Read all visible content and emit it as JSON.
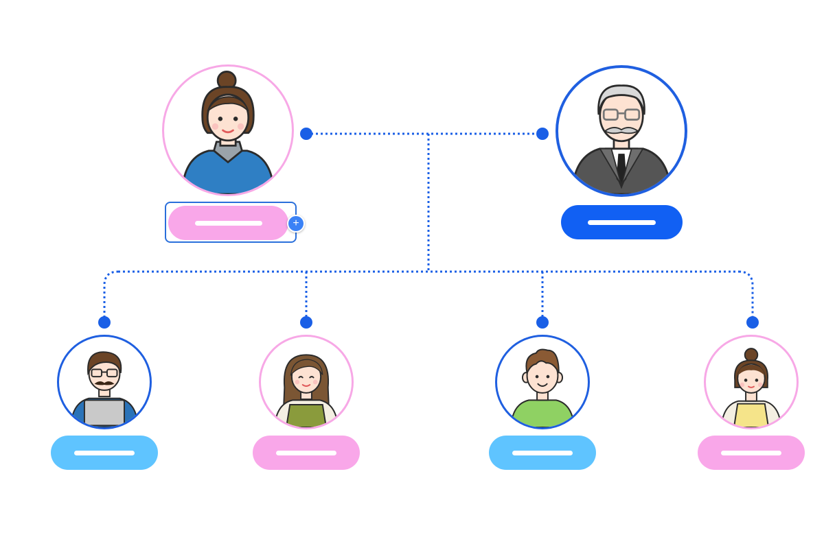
{
  "colors": {
    "connector": "#1a5fe6",
    "female_ring": "#f7a8e6",
    "male_ring": "#1f5fe0",
    "pill_pink": "#f9a7e9",
    "pill_blue": "#1160f3",
    "pill_light_blue": "#5fc4ff",
    "add_button": "#3b82f6"
  },
  "parents": [
    {
      "id": "mother",
      "label": "",
      "avatar": "woman-bun-blue-top-icon",
      "ring": "female_ring",
      "pill": "pill_pink",
      "selected": true
    },
    {
      "id": "father",
      "label": "",
      "avatar": "elderly-man-glasses-suit-icon",
      "ring": "male_ring",
      "pill": "pill_blue",
      "selected": false
    }
  ],
  "children": [
    {
      "id": "child-1",
      "label": "",
      "avatar": "man-glasses-laptop-icon",
      "ring": "male_ring",
      "pill": "pill_light_blue"
    },
    {
      "id": "child-2",
      "label": "",
      "avatar": "woman-long-hair-green-top-icon",
      "ring": "female_ring",
      "pill": "pill_pink"
    },
    {
      "id": "child-3",
      "label": "",
      "avatar": "boy-green-shirt-icon",
      "ring": "male_ring",
      "pill": "pill_light_blue"
    },
    {
      "id": "child-4",
      "label": "",
      "avatar": "girl-bun-yellow-top-icon",
      "ring": "female_ring",
      "pill": "pill_pink"
    }
  ],
  "add_button": {
    "glyph": "+",
    "icon": "plus-icon"
  }
}
